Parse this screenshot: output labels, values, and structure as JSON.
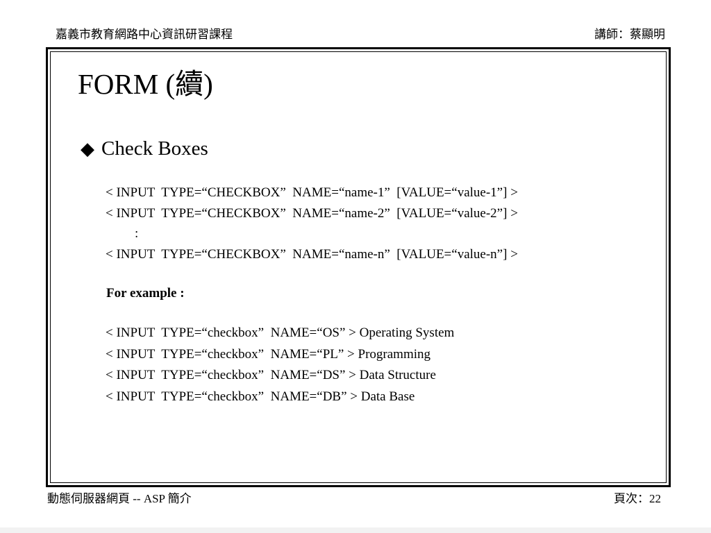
{
  "header": {
    "left": "嘉義市教育網路中心資訊研習課程",
    "right": "講師：蔡顯明"
  },
  "slide": {
    "title": "FORM (續)",
    "bullet_icon": "diamond-bullet-icon",
    "bullet_symbol": "◆",
    "bullet_text": "Check Boxes",
    "syntax_lines": [
      "< INPUT  TYPE=“CHECKBOX”  NAME=“name-1”  [VALUE=“value-1”] >",
      "< INPUT  TYPE=“CHECKBOX”  NAME=“name-2”  [VALUE=“value-2”] >",
      ":",
      "< INPUT  TYPE=“CHECKBOX”  NAME=“name-n”  [VALUE=“value-n”] >"
    ],
    "example_label": "For example :",
    "example_lines": [
      "< INPUT  TYPE=“checkbox”  NAME=“OS” > Operating System",
      "< INPUT  TYPE=“checkbox”  NAME=“PL” > Programming",
      "< INPUT  TYPE=“checkbox”  NAME=“DS” > Data Structure",
      "< INPUT  TYPE=“checkbox”  NAME=“DB” > Data Base"
    ]
  },
  "footer": {
    "left": "動態伺服器網頁 -- ASP 簡介",
    "right": "頁次：22"
  }
}
